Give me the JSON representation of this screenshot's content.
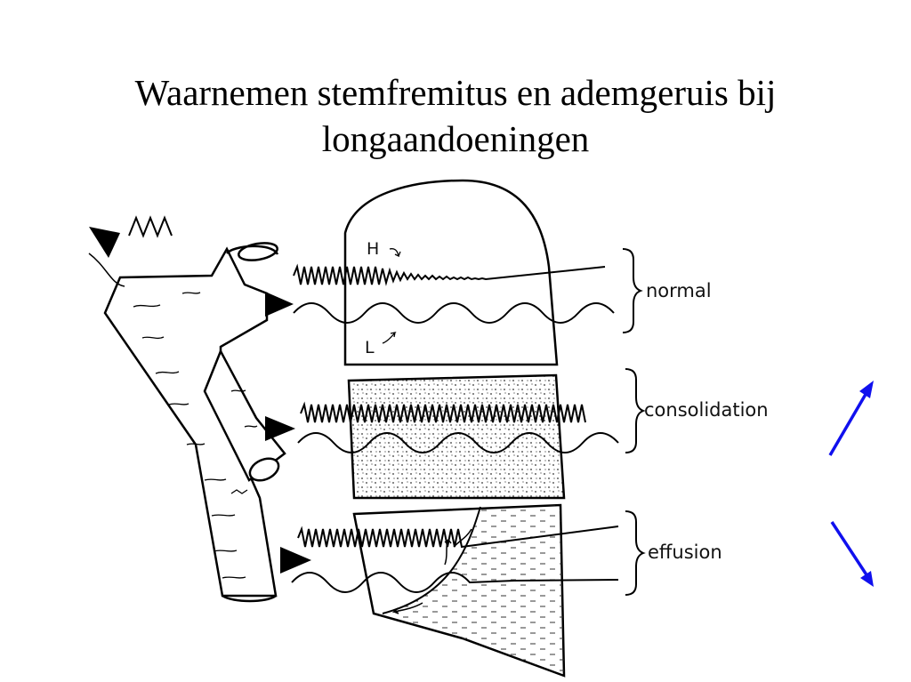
{
  "title": {
    "line1": "Waarnemen stemfremitus en ademgeruis bij",
    "line2": "longaandoeningen"
  },
  "diagram": {
    "labels": {
      "high": "H",
      "low": "L",
      "normal": "normal",
      "consolidation": "consolidation",
      "effusion": "effusion"
    },
    "indicators": {
      "consolidation": "arrow-up",
      "effusion": "arrow-down",
      "color": "#1010ee"
    }
  }
}
